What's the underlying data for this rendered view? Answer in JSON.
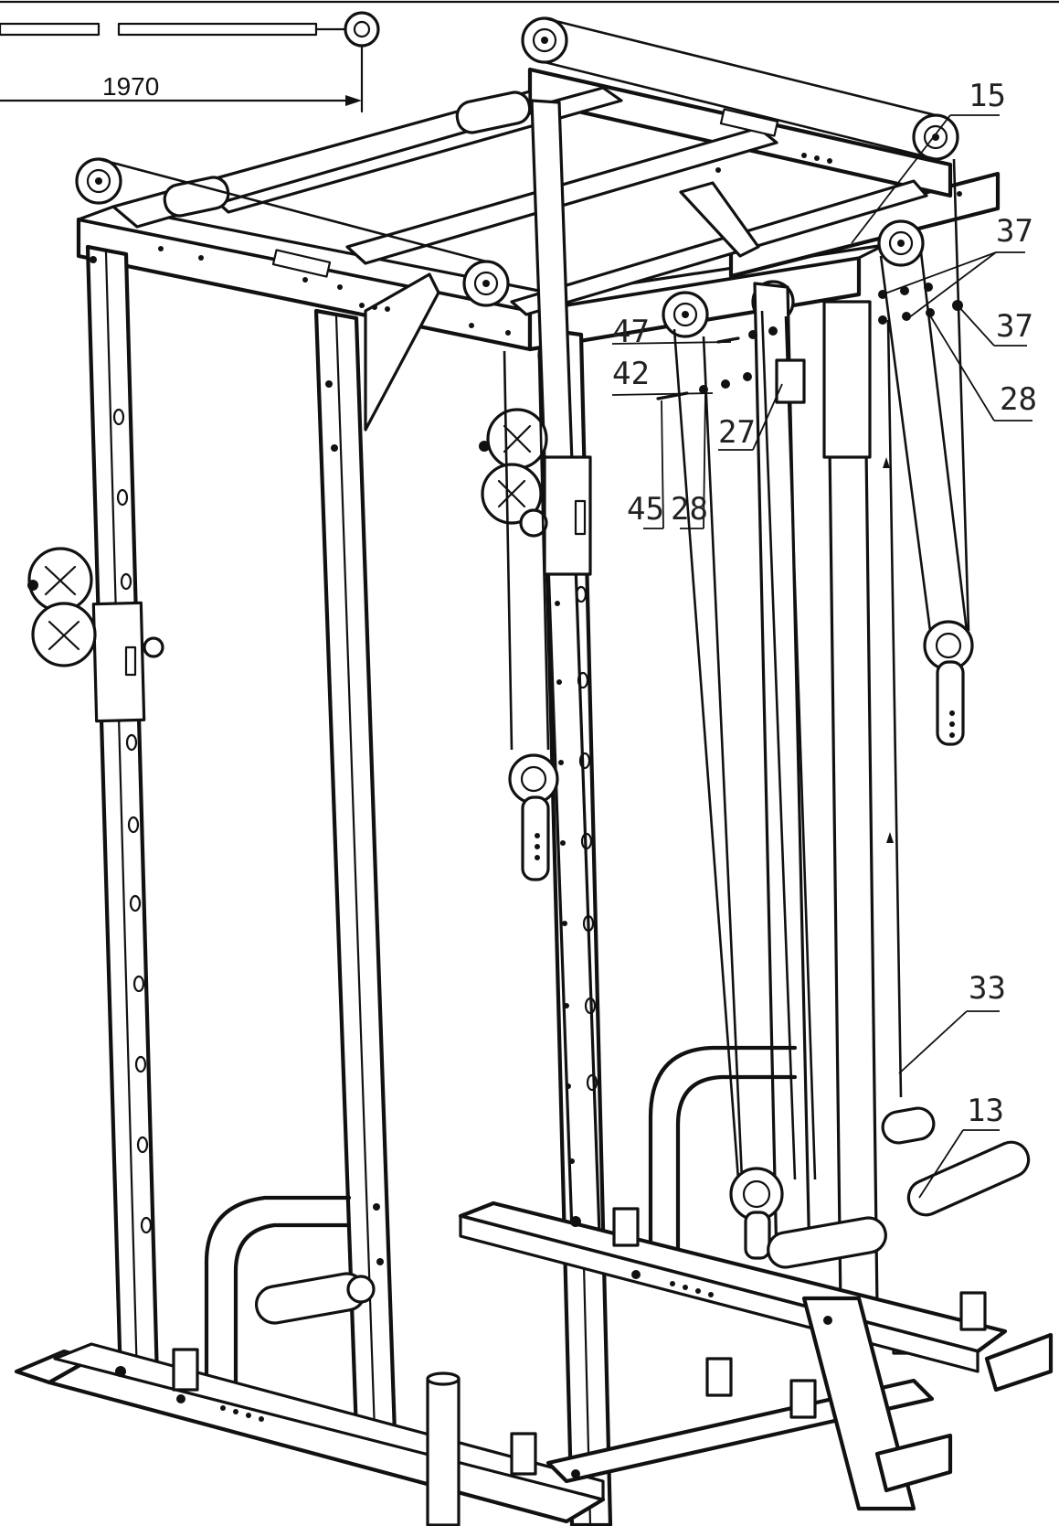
{
  "dimension": {
    "value": "1970"
  },
  "callouts": [
    {
      "id": "15",
      "text": "15"
    },
    {
      "id": "37a",
      "text": "37"
    },
    {
      "id": "37b",
      "text": "37"
    },
    {
      "id": "47",
      "text": "47"
    },
    {
      "id": "42",
      "text": "42"
    },
    {
      "id": "28a",
      "text": "28"
    },
    {
      "id": "27",
      "text": "27"
    },
    {
      "id": "45",
      "text": "45"
    },
    {
      "id": "28b",
      "text": "28"
    },
    {
      "id": "33",
      "text": "33"
    },
    {
      "id": "13",
      "text": "13"
    }
  ],
  "colors": {
    "line": "#111111",
    "background": "#ffffff",
    "label": "#222222"
  }
}
